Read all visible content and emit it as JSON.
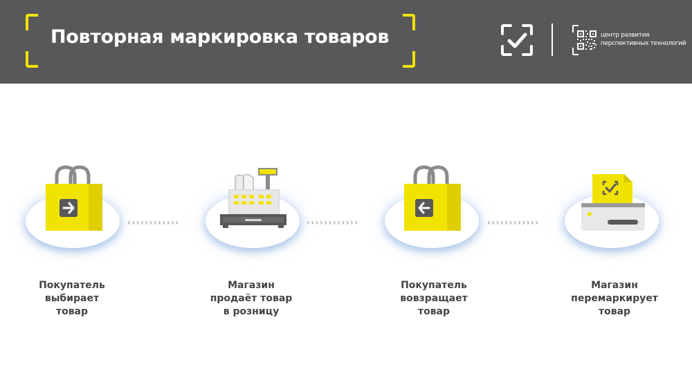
{
  "header": {
    "title": "Повторная маркировка товаров",
    "org_name_line1": "центр развития",
    "org_name_line2": "перспективных технологий",
    "accent_color": "#f1e300",
    "background_color": "#58585a",
    "logo_icons": [
      "check-frame-icon",
      "qr-code-icon"
    ]
  },
  "steps": [
    {
      "icon": "shopping-bag-arrow-right-icon",
      "line1": "Покупатель",
      "line2": "выбирает",
      "line3": "товар"
    },
    {
      "icon": "cash-register-icon",
      "line1": "Магазин",
      "line2": "продаёт товар",
      "line3": "в розницу"
    },
    {
      "icon": "shopping-bag-arrow-left-icon",
      "line1": "Покупатель",
      "line2": "вовзращает",
      "line3": "товар"
    },
    {
      "icon": "label-printer-icon",
      "line1": "Магазин",
      "line2": "перемаркирует",
      "line3": "товар"
    }
  ],
  "connector": {
    "glyph": "››››››››››››"
  },
  "colors": {
    "yellow": "#f1e300",
    "dark_gray": "#58585a",
    "label_text": "#444444"
  }
}
